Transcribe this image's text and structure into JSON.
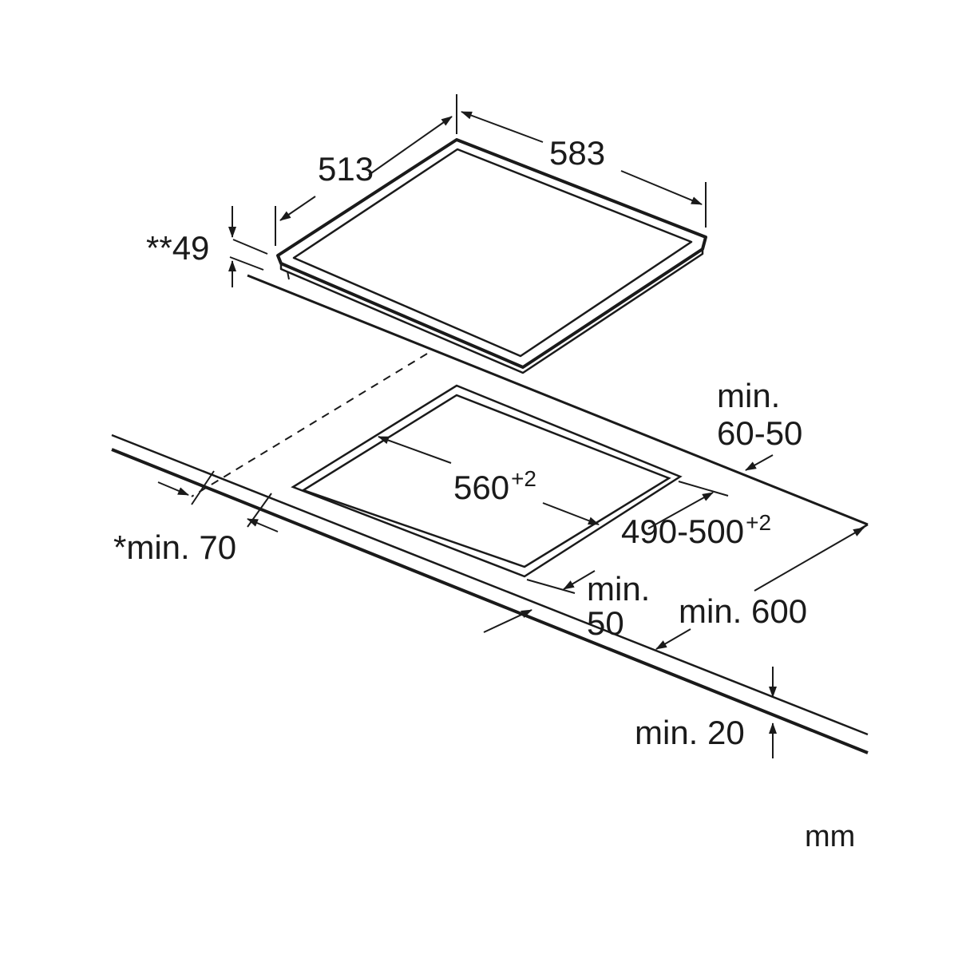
{
  "hob": {
    "depth": "513",
    "width": "583",
    "height": "**49"
  },
  "cutout": {
    "width_main": "560",
    "width_tol": "+2",
    "depth_main": "490-500",
    "depth_tol": "+2"
  },
  "clearances": {
    "rear_line1": "min.",
    "rear_line2": "60-50",
    "side": "*min. 70",
    "front_line1": "min.",
    "front_line2": "50",
    "worktop_depth": "min. 600",
    "worktop_thickness": "min. 20"
  },
  "unit": "mm"
}
